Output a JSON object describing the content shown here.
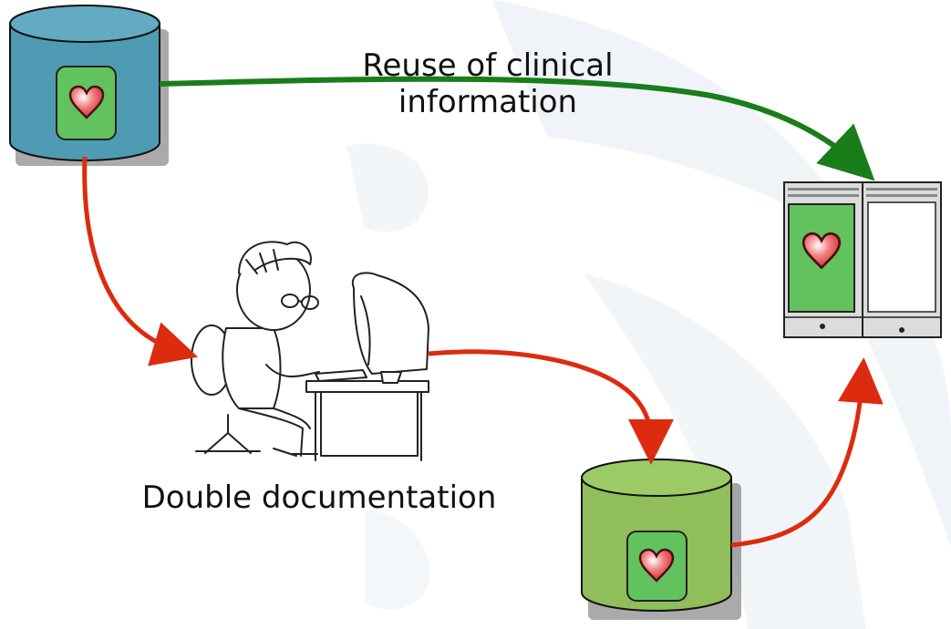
{
  "labels": {
    "reuse_line1": "Reuse of clinical",
    "reuse_line2": "information",
    "double": "Double documentation"
  },
  "colors": {
    "source_db": "#4f9bb3",
    "target_db": "#8fbe5a",
    "card": "#62c25e",
    "heart": "#e23b45",
    "arrow_reuse": "#1a7d1a",
    "arrow_double": "#dd2b0f",
    "watermark": "#e8eff4"
  },
  "icons": {
    "source": "database-icon",
    "target": "database-icon",
    "person": "person-at-computer-icon",
    "viewer": "record-viewer-icon",
    "heart": "heart-icon"
  }
}
